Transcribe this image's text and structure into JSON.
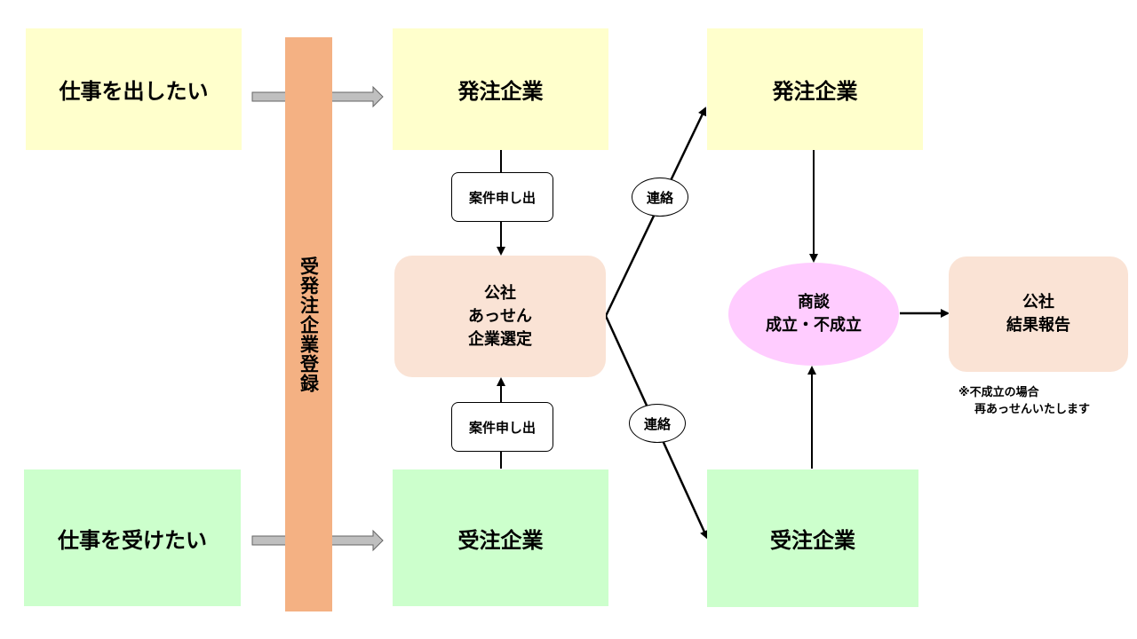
{
  "left": {
    "want_to_order": "仕事を出したい",
    "want_to_receive": "仕事を受けたい"
  },
  "registration_bar": "受発注企業登録",
  "column2": {
    "ordering_company": "発注企業",
    "receiving_company": "受注企業",
    "request_top": "案件申し出",
    "request_bottom": "案件申し出",
    "corp_lines": [
      "公社",
      "あっせん",
      "企業選定"
    ]
  },
  "contact_top": "連絡",
  "contact_bottom": "連絡",
  "column3": {
    "ordering_company": "発注企業",
    "receiving_company": "受注企業",
    "negotiation_lines": [
      "商談",
      "成立・不成立"
    ]
  },
  "report_lines": [
    "公社",
    "結果報告"
  ],
  "note_lines": [
    "※不成立の場合",
    "再あっせんいたします"
  ],
  "colors": {
    "order_side": "#ffffcc",
    "receive_side": "#ccffcc",
    "registration": "#f4b183",
    "corporation": "#fae3d5",
    "negotiation": "#ffccff"
  }
}
